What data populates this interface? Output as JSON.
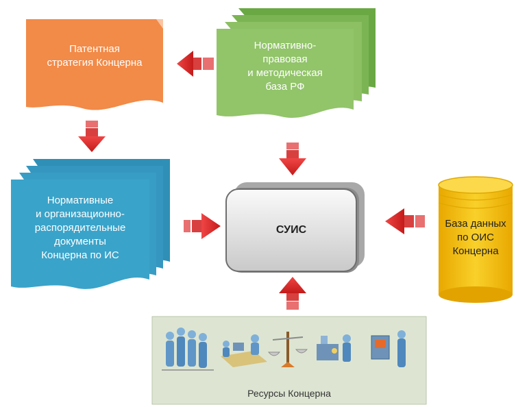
{
  "nodes": {
    "patent_strategy": {
      "label": "Патентная\nстратегия Концерна",
      "color": "#f28a48"
    },
    "legal_base": {
      "label": "Нормативно-\nправовая\nи методическая\nбаза РФ",
      "color": "#8cc063"
    },
    "regulatory_docs": {
      "label": "Нормативные\nи организационно-\nраспорядительные\nдокументы\nКонцерна по ИС",
      "color": "#3aa3c9"
    },
    "suis": {
      "label": "СУИС"
    },
    "database": {
      "label": "База данных\nпо ОИС\nКонцерна",
      "color": "#f5c518"
    },
    "resources": {
      "label": "Ресурсы Концерна",
      "color": "#dde5d2"
    }
  },
  "colors": {
    "arrow": "#e02a2a",
    "arrow_dark": "#b51818"
  },
  "icons": [
    "people-group-icon",
    "meeting-desk-icon",
    "justice-scales-icon",
    "factory-workers-icon",
    "presentation-screen-icon"
  ]
}
